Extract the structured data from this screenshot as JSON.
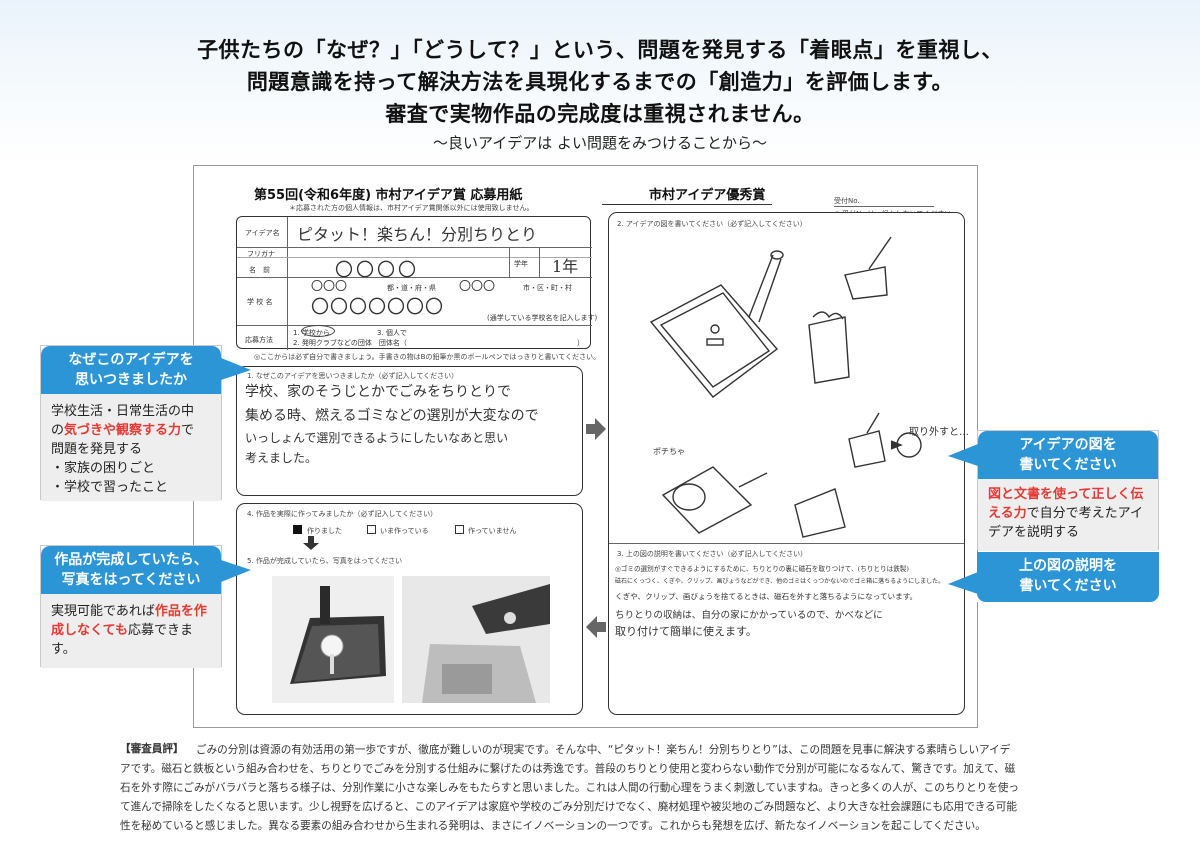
{
  "header": {
    "line1": "子供たちの「なぜ？」「どうして？」という、問題を発見する「着眼点」を重視し、",
    "line2": "問題意識を持って解決方法を具現化するまでの「創造力」を評価します。",
    "line3": "審査で実物作品の完成度は重視されません。",
    "subtitle": "〜良いアイデアは よい問題をみつけることから〜"
  },
  "form": {
    "title": "第55回(令和6年度) 市村アイデア賞 応募用紙",
    "privacy_note": "＊応募された方の個人情報は、市村アイデア賞関係以外には使用致しません。",
    "award_title": "市村アイデア優秀賞",
    "receipt_label": "受付No.",
    "receipt_note": "※ 受付No.は、記入しないでください",
    "fields": {
      "idea_name_label": "アイデア名",
      "idea_name_value": "ピタット！楽ちん！分別ちりとり",
      "furigana_label": "フリガナ",
      "name_label": "名　前",
      "name_value": "〇〇〇〇",
      "grade_label": "学年",
      "grade_value": "1年",
      "school_label": "学 校 名",
      "pref_value": "〇〇〇",
      "pref_suffix": "都・道・府・県",
      "city_value": "〇〇〇",
      "city_suffix": "市・区・町・村",
      "school_value": "〇〇〇〇〇〇〇",
      "school_note": "(通学している学校名を記入します)",
      "method_label": "応募方法",
      "method_opt1": "1. 学校から",
      "method_opt3": "3. 個人で",
      "method_opt2": "2. 発明クラブなどの団体　団体名（",
      "method_close": "）"
    },
    "write_note": "◎ここからは必ず自分で書きましょう。手書きの物はBの鉛筆か黒のボールペンではっきりと書いてください。",
    "q1": {
      "label": "1. なぜこのアイデアを思いつきましたか（必ず記入してください）",
      "lines": [
        "学校、家のそうじとかでごみをちりとりで",
        "集める時、燃えるゴミなどの選別が大変なので",
        "いっしょんで選別できるようにしたいなあと思い",
        "考えました。"
      ]
    },
    "q2": {
      "label": "2. アイデアの図を書いてください（必ず記入してください）",
      "note1": "ポチちゃ",
      "note2": "取り外すと…"
    },
    "q3": {
      "label": "3. 上の図の説明を書いてください（必ず記入してください）",
      "lines": [
        "◎ゴミの選別がすぐできるようにするために、ちりとりの裏に磁石を取りつけて、(ちりとりは鉄製)",
        "磁石にくっつく、くぎや、クリップ、画びょうなどができ、他のゴミはくっつかないのでゴミ箱に落ちるようにしました。",
        "くぎや、クリップ、画びょうを捨てるときは、磁石を外すと落ちるようになっています。",
        "ちりとりの収納は、自分の家にかかっているので、かべなどに",
        "取り付けて簡単に使えます。"
      ]
    },
    "q4": {
      "label": "4. 作品を実際に作ってみましたか（必ず記入してください）",
      "opt1": "作りました",
      "opt2": "いま作っている",
      "opt3": "作っていません"
    },
    "q5": {
      "label": "5. 作品が完成していたら、写真をはってください"
    }
  },
  "callouts": {
    "why": {
      "title_line1": "なぜこのアイデアを",
      "title_line2": "思いつきましたか",
      "body_line1": "学校生活・日常生活の中",
      "body_pre": "の",
      "body_red": "気づきや観察する力",
      "body_post": "で",
      "body_line3": "問題を発見する",
      "bullet1": "・家族の困りごと",
      "bullet2": "・学校で習ったこと"
    },
    "photo": {
      "title_line1": "作品が完成していたら、",
      "title_line2": "写真をはってください",
      "body_pre": "実現可能であれば",
      "body_red": "作品を作成しなくても",
      "body_post": "応募できます。"
    },
    "figure": {
      "title_line1": "アイデアの図を",
      "title_line2": "書いてください",
      "body_red": "図と文書を使って正しく伝える力",
      "body_post": "で自分で考えたアイデアを説明する"
    },
    "explain": {
      "title_line1": "上の図の説明を",
      "title_line2": "書いてください"
    }
  },
  "review": {
    "label": "【審査員評】",
    "text": "ごみの分別は資源の有効活用の第一歩ですが、徹底が難しいのが現実です。そんな中、“ピタット！楽ちん！分別ちりとり”は、この問題を見事に解決する素晴らしいアイデアです。磁石と鉄板という組み合わせを、ちりとりでごみを分別する仕組みに繋げたのは秀逸です。普段のちりとり使用と変わらない動作で分別が可能になるなんて、驚きです。加えて、磁石を外す際にごみがバラバラと落ちる様子は、分別作業に小さな楽しみをもたらすと思いました。これは人間の行動心理をうまく刺激していますね。きっと多くの人が、このちりとりを使って進んで掃除をしたくなると思います。少し視野を広げると、このアイデアは家庭や学校のごみ分別だけでなく、廃材処理や被災地のごみ問題など、より大きな社会課題にも応用できる可能性を秘めていると感じました。異なる要素の組み合わせから生まれる発明は、まさにイノベーションの一つです。これからも発想を広げ、新たなイノベーションを起こしてください。"
  },
  "colors": {
    "accent_blue": "#2b95d6",
    "accent_red": "#e53935",
    "callout_body": "#eeeeee"
  }
}
